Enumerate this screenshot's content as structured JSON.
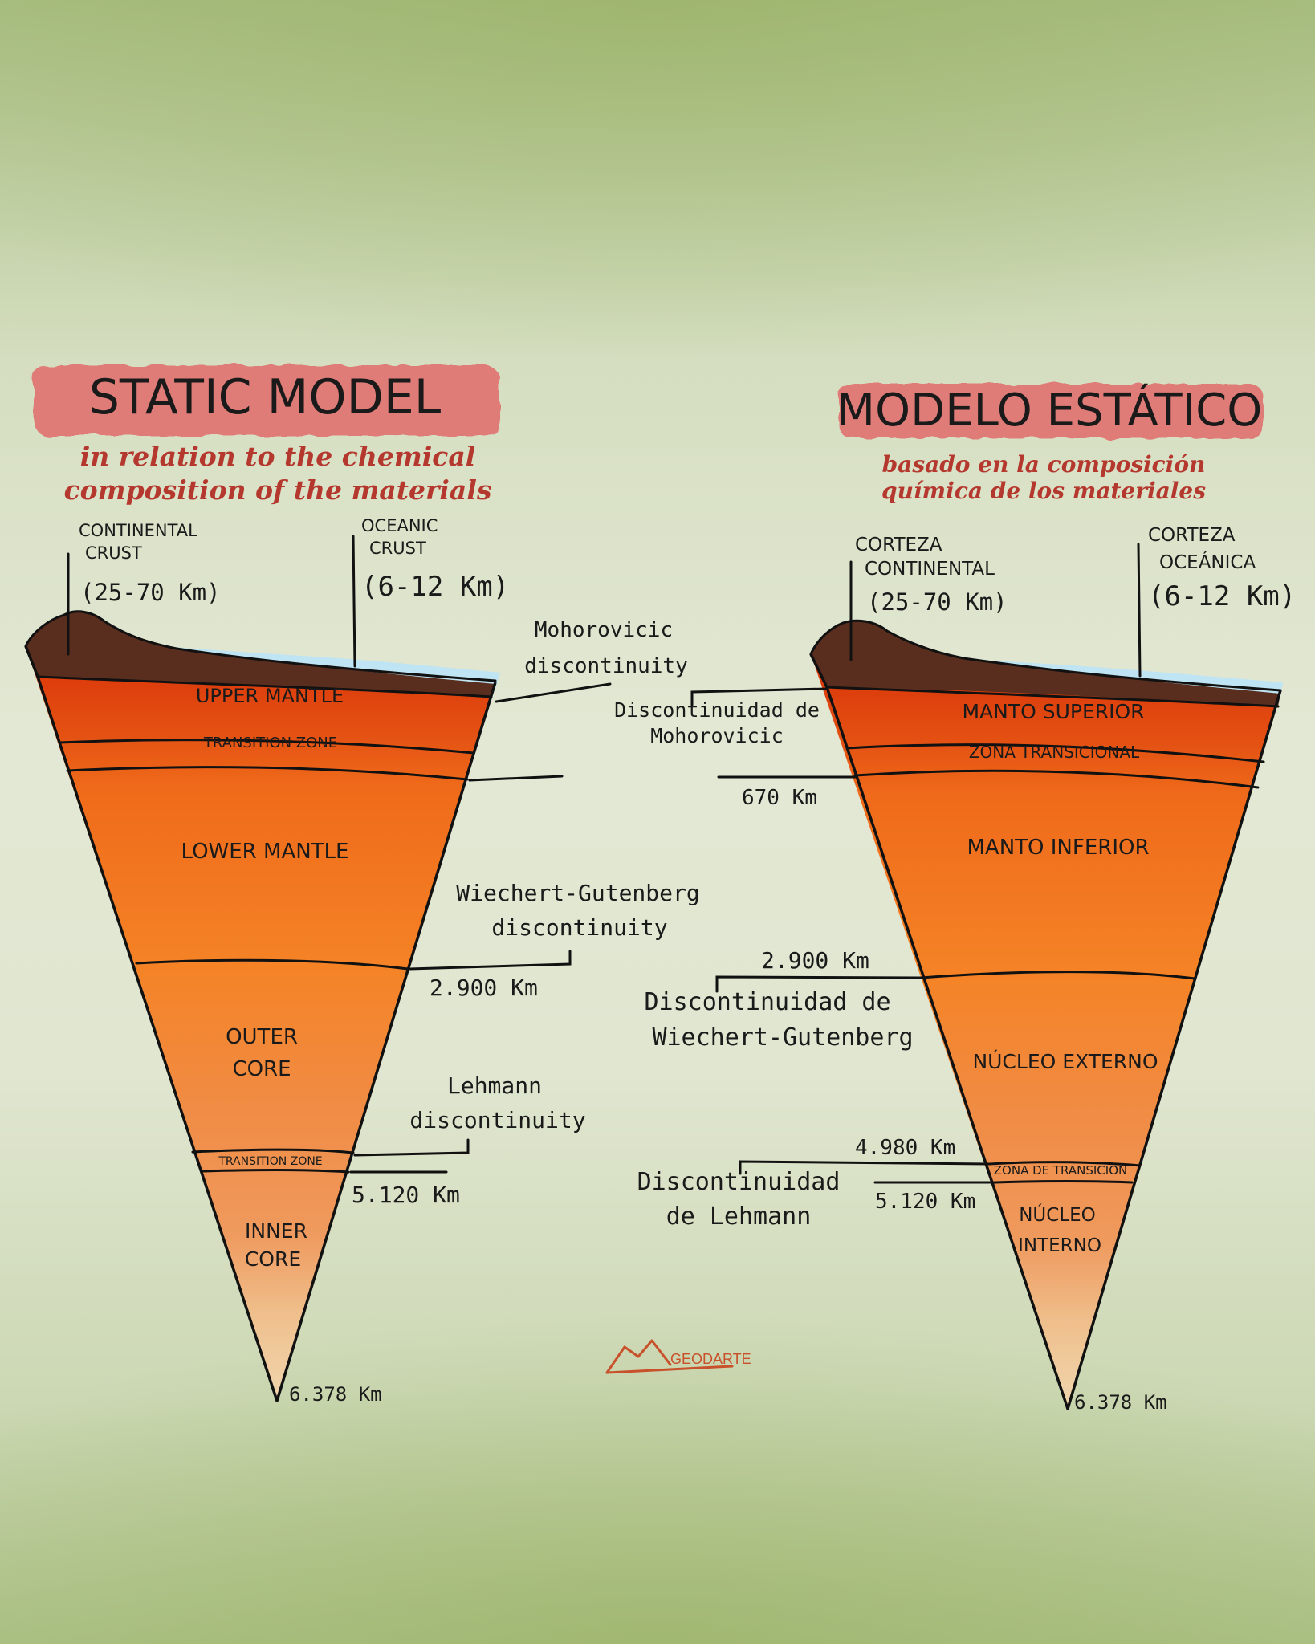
{
  "left": {
    "title": "STATIC MODEL",
    "subtitle_line1": "in relation to the chemical",
    "subtitle_line2": "composition of the materials",
    "continental_crust_line1": "CONTINENTAL",
    "continental_crust_line2": "CRUST",
    "continental_crust_range": "(25-70 Km)",
    "oceanic_crust_line1": "OCEANIC",
    "oceanic_crust_line2": "CRUST",
    "oceanic_crust_range": "(6-12 Km)",
    "upper_mantle": "UPPER MANTLE",
    "transition_zone": "TRANSITION ZONE",
    "lower_mantle": "LOWER MANTLE",
    "outer_core_line1": "OUTER",
    "outer_core_line2": "CORE",
    "core_transition_zone": "TRANSITION ZONE",
    "inner_core_line1": "INNER",
    "inner_core_line2": "CORE",
    "moho_line1": "Mohorovicic",
    "moho_line2": "discontinuity",
    "wg_line1": "Wiechert-Gutenberg",
    "wg_line2": "discontinuity",
    "wg_depth": "2.900 Km",
    "lehmann_line1": "Lehmann",
    "lehmann_line2": "discontinuity",
    "lehmann_depth": "5.120 Km",
    "center_depth": "6.378 Km"
  },
  "right": {
    "title": "MODELO ESTÁTICO",
    "subtitle_line1": "basado en la composición",
    "subtitle_line2": "química de los materiales",
    "continental_crust_line1": "CORTEZA",
    "continental_crust_line2": "CONTINENTAL",
    "continental_crust_range": "(25-70 Km)",
    "oceanic_crust_line1": "CORTEZA",
    "oceanic_crust_line2": "OCEÁNICA",
    "oceanic_crust_range": "(6-12 Km)",
    "upper_mantle": "MANTO SUPERIOR",
    "transition_zone": "ZONA TRANSICIONAL",
    "lower_mantle": "MANTO INFERIOR",
    "outer_core": "NÚCLEO EXTERNO",
    "core_transition_zone": "ZONA DE TRANSICIÓN",
    "inner_core_line1": "NÚCLEO",
    "inner_core_line2": "INTERNO",
    "moho_line1": "Discontinuidad de",
    "moho_line2": "Mohorovicic",
    "depth_670": "670 Km",
    "wg_depth": "2.900 Km",
    "wg_line1": "Discontinuidad de",
    "wg_line2": "Wiechert-Gutenberg",
    "depth_4980": "4.980 Km",
    "lehmann_depth": "5.120 Km",
    "lehmann_line1": "Discontinuidad",
    "lehmann_line2": "de Lehmann",
    "center_depth": "6.378 Km"
  },
  "logo": {
    "text": "GEODARTE"
  },
  "colors": {
    "title_banner": "#e07b78",
    "subtitle": "#b5382f",
    "crust": "#5a2e1e",
    "ocean": "#bfe4f3",
    "upper_mantle": "#e0460f",
    "lower_mantle": "#f37f25",
    "outer_core": "#f08c45",
    "inner_core": "#efc79a",
    "logo": "#c8502a"
  }
}
